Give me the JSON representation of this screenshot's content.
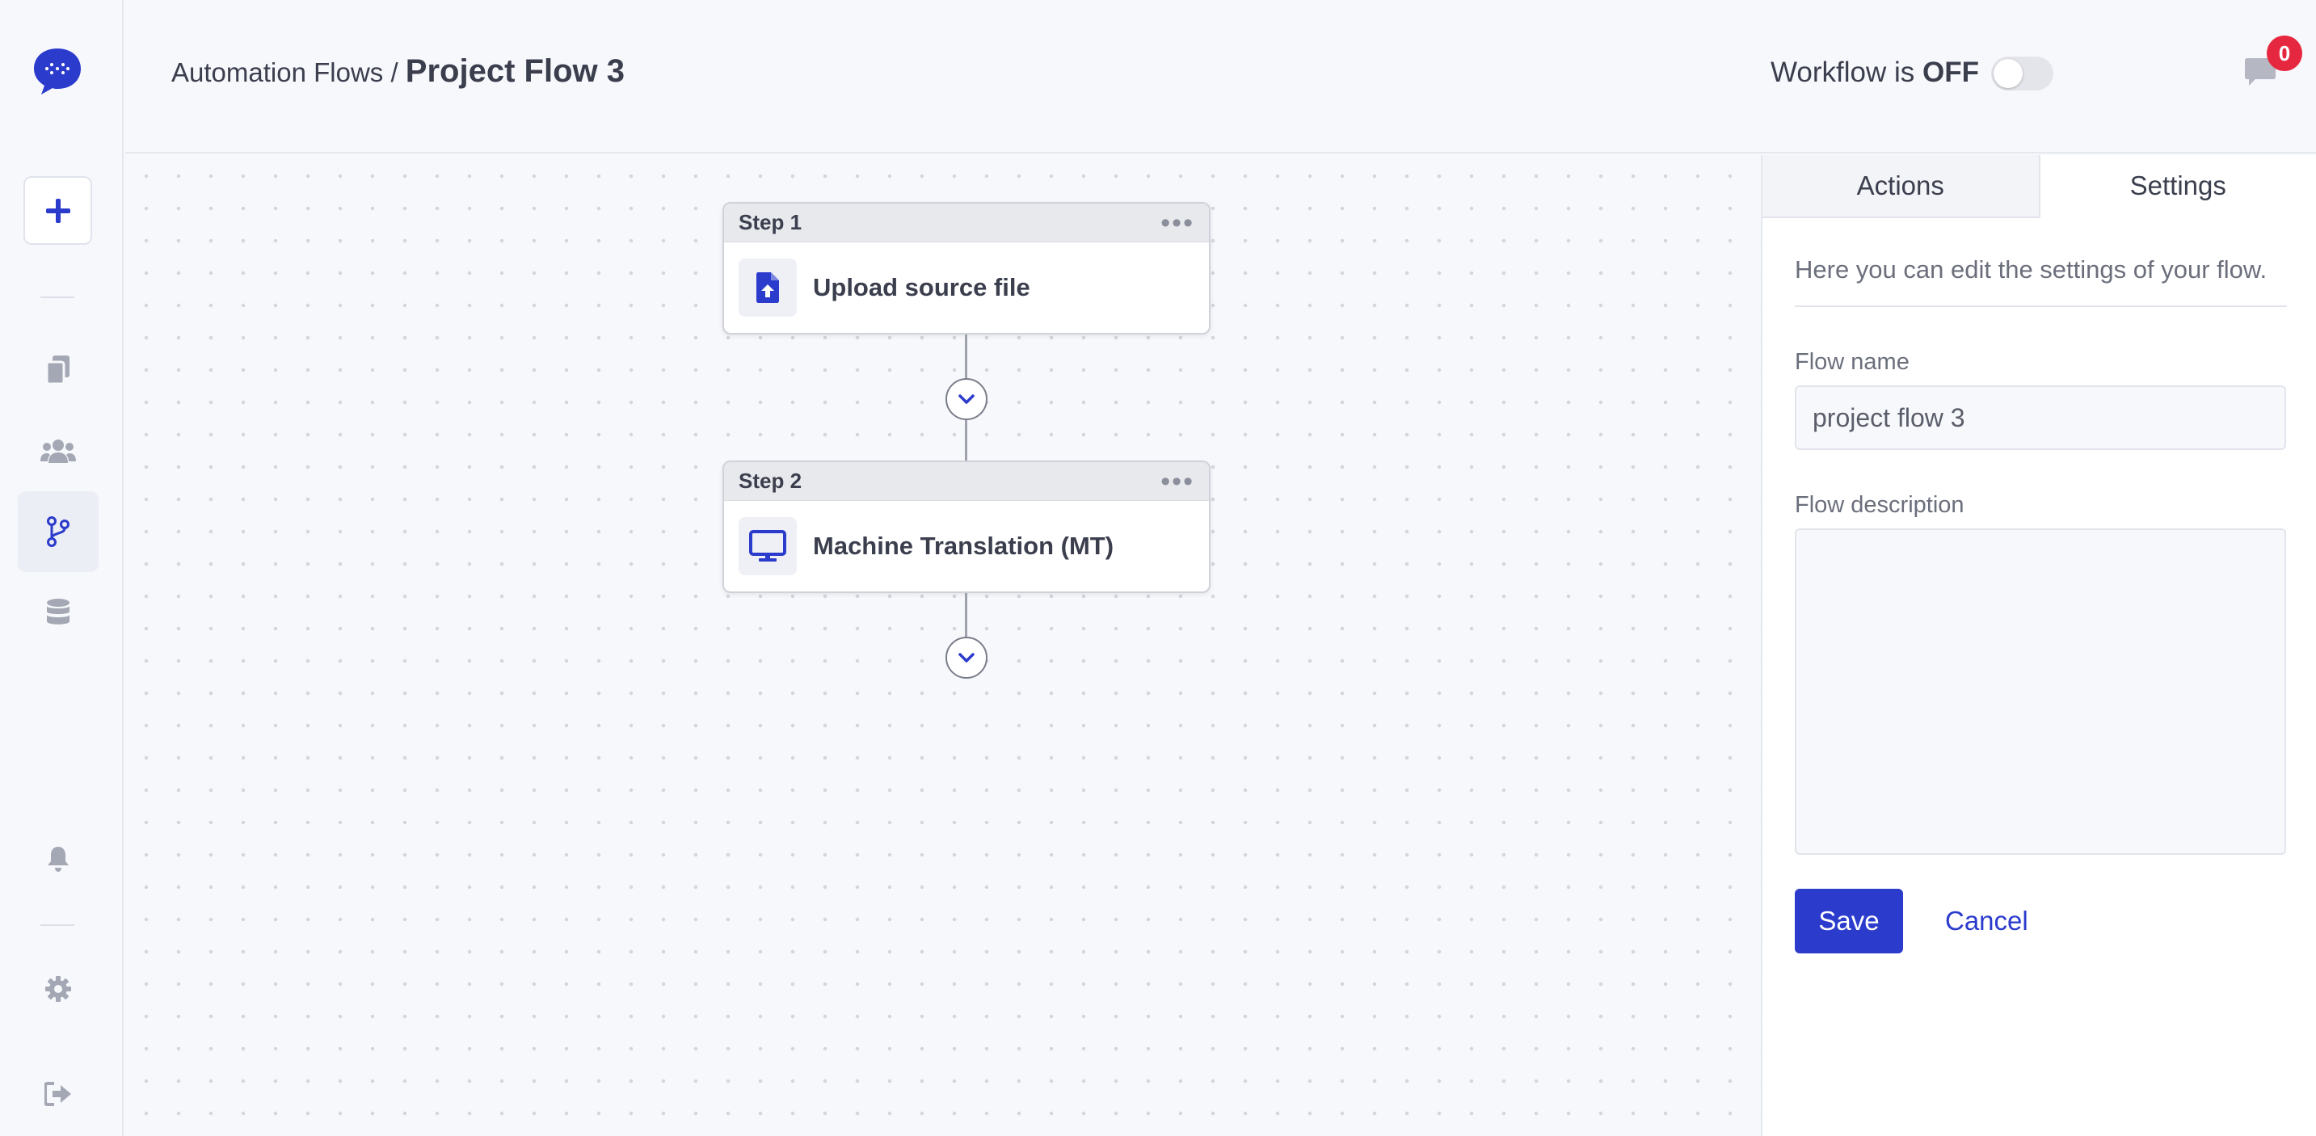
{
  "header": {
    "breadcrumb_parent": "Automation Flows",
    "breadcrumb_separator": "/",
    "title": "Project Flow 3",
    "workflow_prefix": "Workflow is",
    "workflow_state": "OFF",
    "notification_count": "0"
  },
  "sidebar": {
    "items": [
      {
        "icon": "add-icon"
      },
      {
        "icon": "documents-icon"
      },
      {
        "icon": "users-icon"
      },
      {
        "icon": "flow-branch-icon",
        "active": true
      },
      {
        "icon": "database-icon"
      },
      {
        "icon": "bell-icon"
      },
      {
        "icon": "gear-icon"
      },
      {
        "icon": "logout-icon"
      }
    ]
  },
  "flow": {
    "steps": [
      {
        "step_label": "Step 1",
        "name": "Upload source file",
        "icon": "upload-file-icon"
      },
      {
        "step_label": "Step 2",
        "name": "Machine Translation (MT)",
        "icon": "monitor-icon"
      }
    ],
    "menu_glyph": "•••"
  },
  "panel": {
    "tabs": [
      {
        "label": "Actions",
        "active": false
      },
      {
        "label": "Settings",
        "active": true
      }
    ],
    "description": "Here you can edit the settings of your flow.",
    "flow_name_label": "Flow name",
    "flow_name_value": "project flow 3",
    "flow_description_label": "Flow description",
    "flow_description_value": "",
    "save_label": "Save",
    "cancel_label": "Cancel"
  },
  "colors": {
    "accent": "#2b3bcc",
    "badge": "#e5283f",
    "background": "#f7f8fc"
  }
}
